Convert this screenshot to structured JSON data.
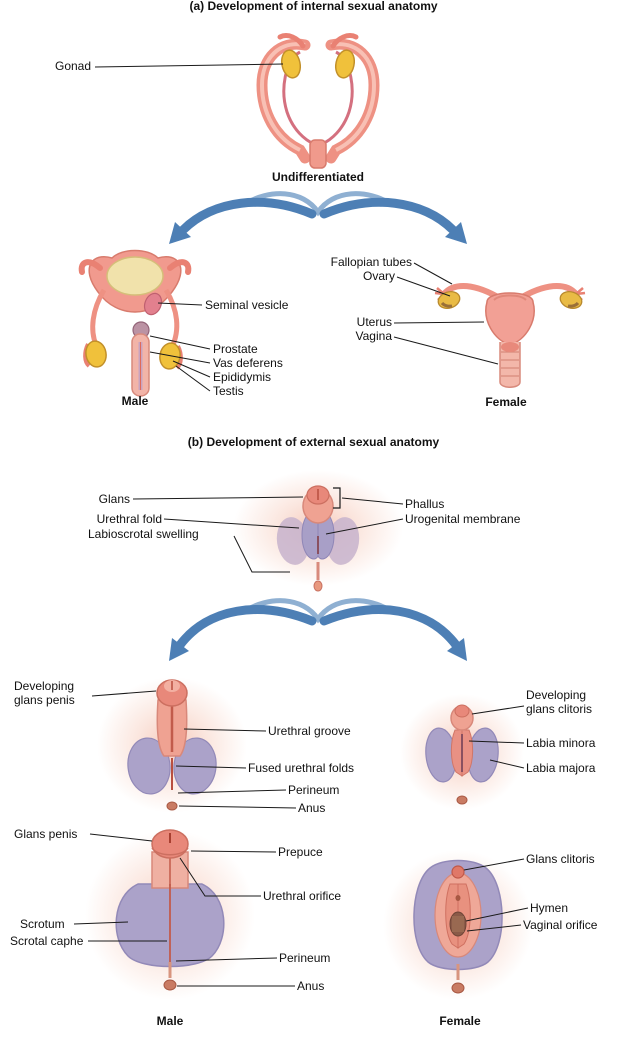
{
  "section_a": {
    "title": "(a) Development of internal sexual anatomy",
    "undifferentiated": "Undifferentiated",
    "male": "Male",
    "female": "Female",
    "labels": {
      "gonad": "Gonad",
      "seminal_vesicle": "Seminal vesicle",
      "prostate": "Prostate",
      "vas_deferens": "Vas deferens",
      "epididymis": "Epididymis",
      "testis": "Testis",
      "fallopian_tubes": "Fallopian tubes",
      "ovary": "Ovary",
      "uterus": "Uterus",
      "vagina": "Vagina"
    }
  },
  "section_b": {
    "title": "(b) Development of external sexual anatomy",
    "male": "Male",
    "female": "Female",
    "labels": {
      "glans": "Glans",
      "urethral_fold": "Urethral fold",
      "labioscrotal_swelling": "Labioscrotal swelling",
      "phallus": "Phallus",
      "urogenital_membrane": "Urogenital membrane",
      "developing_glans_penis": "Developing glans penis",
      "urethral_groove": "Urethral groove",
      "fused_urethral_folds": "Fused urethral folds",
      "perineum_mid": "Perineum",
      "anus_mid": "Anus",
      "developing_glans_clitoris": "Developing glans clitoris",
      "labia_minora": "Labia minora",
      "labia_majora": "Labia majora",
      "glans_penis": "Glans penis",
      "prepuce": "Prepuce",
      "urethral_orifice": "Urethral orifice",
      "scrotum": "Scrotum",
      "scrotal_caphe": "Scrotal caphe",
      "glans_clitoris": "Glans clitoris",
      "hymen": "Hymen",
      "vaginal_orifice": "Vaginal orifice",
      "perineum_bottom": "Perineum",
      "anus_bottom": "Anus"
    }
  },
  "colors": {
    "arrow_blue": "#4D7FB5",
    "skin_pink": "#EFA292",
    "gonad_yellow": "#F0C13B",
    "lavender": "#ABA2C9"
  }
}
